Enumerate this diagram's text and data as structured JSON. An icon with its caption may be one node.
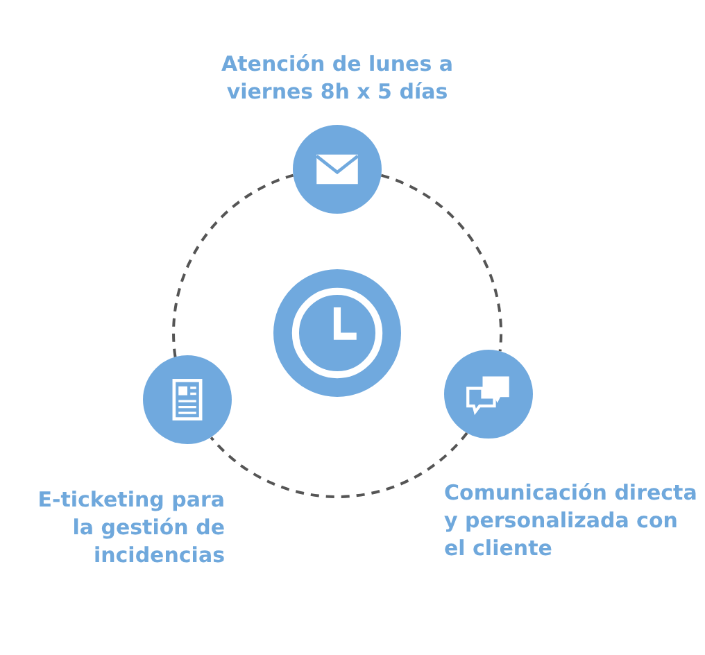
{
  "diagram": {
    "nodes": [
      {
        "text": [],
        "shape": "circle",
        "beside": [
          "Atención de lunes a viernes 8h x 5 días"
        ]
      },
      {
        "text": [],
        "shape": "circle"
      },
      {
        "text": [],
        "shape": "circle",
        "beside": [
          "E-ticketing para la gestión de incidencias"
        ]
      },
      {
        "text": [],
        "shape": "circle",
        "beside": [
          "Comunicación directa y personalizada con el cliente"
        ]
      }
    ],
    "edges": [
      {
        "from": 0,
        "to": 3,
        "arrow": "none",
        "style": "dashed"
      },
      {
        "from": 3,
        "to": 2,
        "arrow": "none",
        "style": "dashed"
      },
      {
        "from": 2,
        "to": 0,
        "arrow": "none",
        "style": "dashed"
      }
    ]
  }
}
